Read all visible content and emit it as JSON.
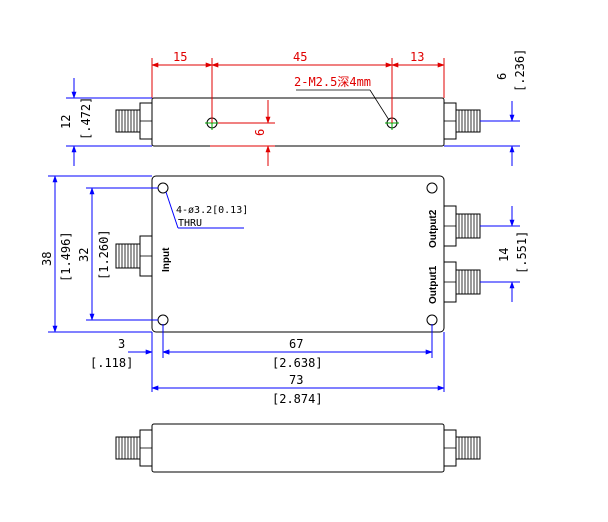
{
  "top_view": {
    "dim_a": "15",
    "dim_b": "45",
    "dim_c": "13",
    "hole_note": "2-M2.5深4mm",
    "dim_offset": "6",
    "height_mm": "12",
    "height_in": "[.472]",
    "right_mm": "6",
    "right_in": "[.236]"
  },
  "front_view": {
    "port_input": "Input",
    "port_output1": "Output1",
    "port_output2": "Output2",
    "hole_note_line1": "4-ø3.2[0.13]",
    "hole_note_line2": "THRU",
    "height_mm": "38",
    "height_in": "[1.496]",
    "hole_span_mm": "32",
    "hole_span_in": "[1.260]",
    "output_pitch_mm": "14",
    "output_pitch_in": "[.551]",
    "edge_mm": "3",
    "edge_in": "[.118]",
    "hole_x_mm": "67",
    "hole_x_in": "[2.638]",
    "length_mm": "73",
    "length_in": "[2.874]"
  },
  "colors": {
    "dimension": "#0000ff",
    "annotation": "#e00000",
    "outline": "#000000"
  }
}
